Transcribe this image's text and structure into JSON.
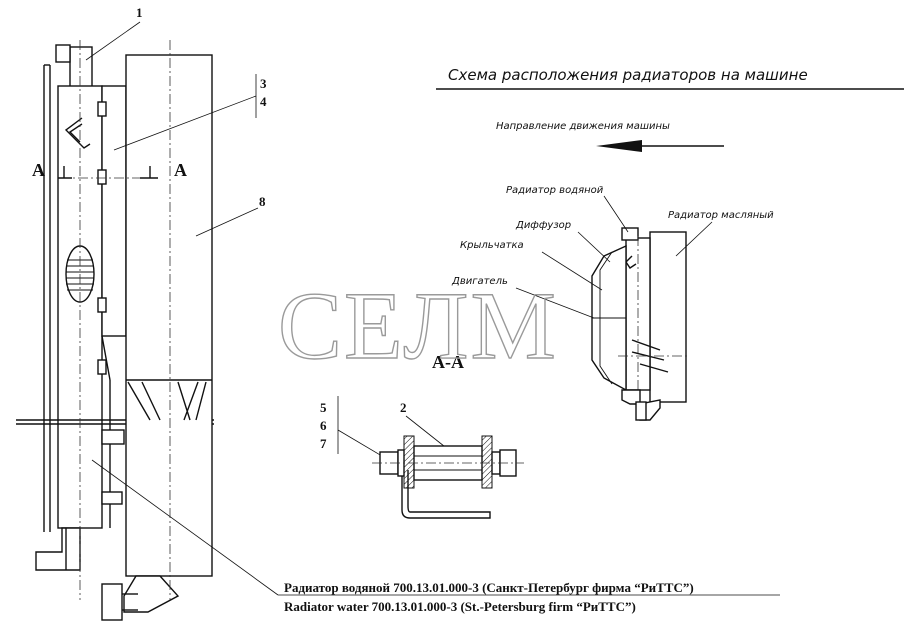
{
  "drawing": {
    "callouts": [
      "1",
      "3",
      "4",
      "8",
      "2",
      "5",
      "6",
      "7"
    ],
    "section_mark": "A",
    "section_view_label": "A-A"
  },
  "scheme": {
    "title": "Схема расположения радиаторов на машине",
    "direction_label": "Направление движения машины",
    "labels": {
      "water_radiator": "Радиатор водяной",
      "diffuser": "Диффузор",
      "impeller": "Крыльчатка",
      "engine": "Двигатель",
      "oil_radiator": "Радиатор масляный"
    }
  },
  "watermark": "СЕЛМ",
  "caption": {
    "line_ru": "Радиатор водяной  700.13.01.000-3 (Санкт-Петербург фирма “РиТТС”)",
    "line_en": "Radiator  water  700.13.01.000-3 (St.-Petersburg firm “РиТТС”)"
  }
}
